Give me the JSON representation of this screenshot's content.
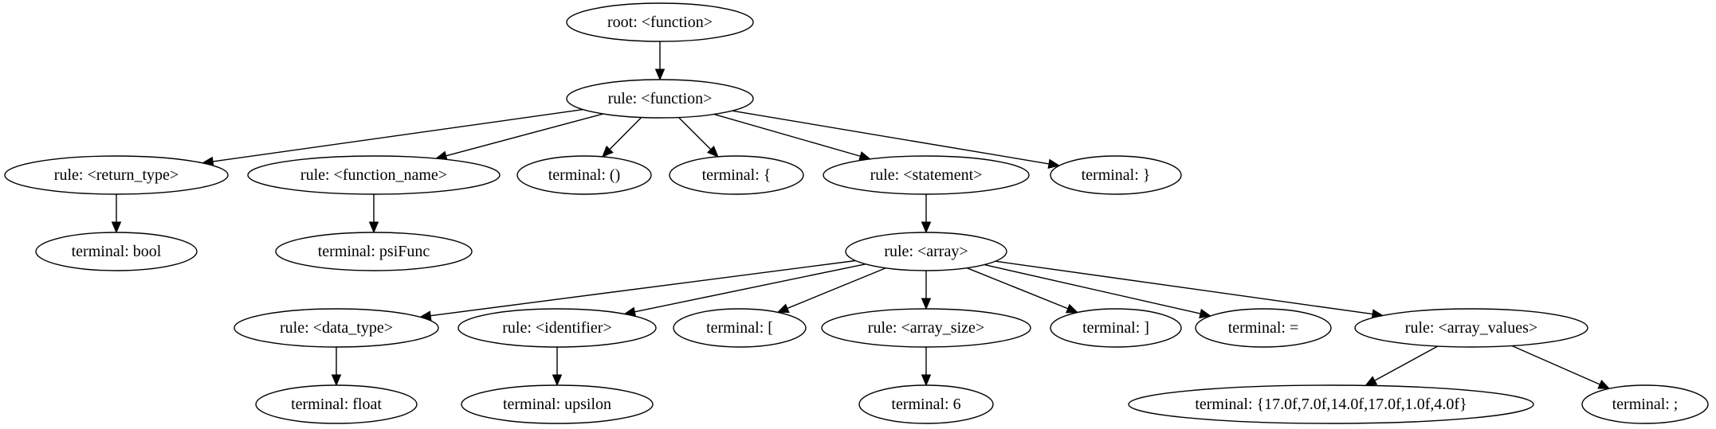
{
  "diagram": {
    "type": "parse-tree",
    "nodes": [
      {
        "id": "n0",
        "label": "root: <function>"
      },
      {
        "id": "n1",
        "label": "rule: <function>"
      },
      {
        "id": "n2",
        "label": "rule: <return_type>"
      },
      {
        "id": "n3",
        "label": "rule: <function_name>"
      },
      {
        "id": "n4",
        "label": "terminal: ()"
      },
      {
        "id": "n5",
        "label": "terminal: {"
      },
      {
        "id": "n6",
        "label": "rule: <statement>"
      },
      {
        "id": "n7",
        "label": "terminal: }"
      },
      {
        "id": "n8",
        "label": "terminal: bool"
      },
      {
        "id": "n9",
        "label": "terminal: psiFunc"
      },
      {
        "id": "n10",
        "label": "rule: <array>"
      },
      {
        "id": "n11",
        "label": "rule: <data_type>"
      },
      {
        "id": "n12",
        "label": "rule: <identifier>"
      },
      {
        "id": "n13",
        "label": "terminal: ["
      },
      {
        "id": "n14",
        "label": "rule: <array_size>"
      },
      {
        "id": "n15",
        "label": "terminal: ]"
      },
      {
        "id": "n16",
        "label": "terminal: ="
      },
      {
        "id": "n17",
        "label": "rule: <array_values>"
      },
      {
        "id": "n18",
        "label": "terminal: float"
      },
      {
        "id": "n19",
        "label": "terminal: upsilon"
      },
      {
        "id": "n20",
        "label": "terminal: 6"
      },
      {
        "id": "n21",
        "label": "terminal: {17.0f,7.0f,14.0f,17.0f,1.0f,4.0f}"
      },
      {
        "id": "n22",
        "label": "terminal: ;"
      }
    ],
    "edges": [
      [
        "n0",
        "n1"
      ],
      [
        "n1",
        "n2"
      ],
      [
        "n1",
        "n3"
      ],
      [
        "n1",
        "n4"
      ],
      [
        "n1",
        "n5"
      ],
      [
        "n1",
        "n6"
      ],
      [
        "n1",
        "n7"
      ],
      [
        "n2",
        "n8"
      ],
      [
        "n3",
        "n9"
      ],
      [
        "n6",
        "n10"
      ],
      [
        "n10",
        "n11"
      ],
      [
        "n10",
        "n12"
      ],
      [
        "n10",
        "n13"
      ],
      [
        "n10",
        "n14"
      ],
      [
        "n10",
        "n15"
      ],
      [
        "n10",
        "n16"
      ],
      [
        "n10",
        "n17"
      ],
      [
        "n11",
        "n18"
      ],
      [
        "n12",
        "n19"
      ],
      [
        "n14",
        "n20"
      ],
      [
        "n17",
        "n21"
      ],
      [
        "n17",
        "n22"
      ]
    ]
  }
}
